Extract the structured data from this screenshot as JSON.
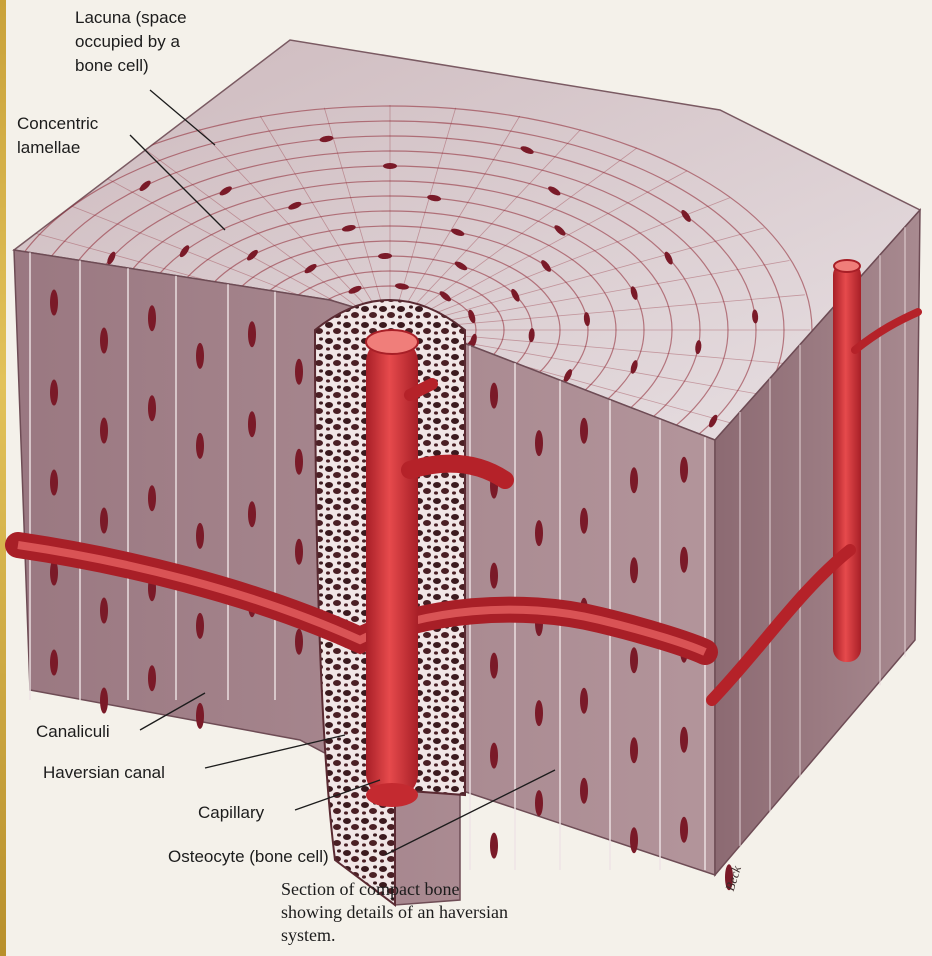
{
  "labels": {
    "lacuna": [
      "Lacuna (space",
      "occupied by a",
      "bone cell)"
    ],
    "lamellae": [
      "Concentric",
      "lamellae"
    ],
    "canaliculi": "Canaliculi",
    "haversian_canal": "Haversian canal",
    "capillary": "Capillary",
    "osteocyte": "Osteocyte (bone cell)"
  },
  "caption": [
    "Section of compact bone",
    "showing details of an haversian",
    "system."
  ],
  "signature": "Beck",
  "colors": {
    "vessel": "#d8353a",
    "vessel_highlight": "#f17a78",
    "bone_face": "#a7868d",
    "bone_top": "#d9cfd3",
    "marrow": "#3b1a1e",
    "canal_line": "#8e2431"
  }
}
